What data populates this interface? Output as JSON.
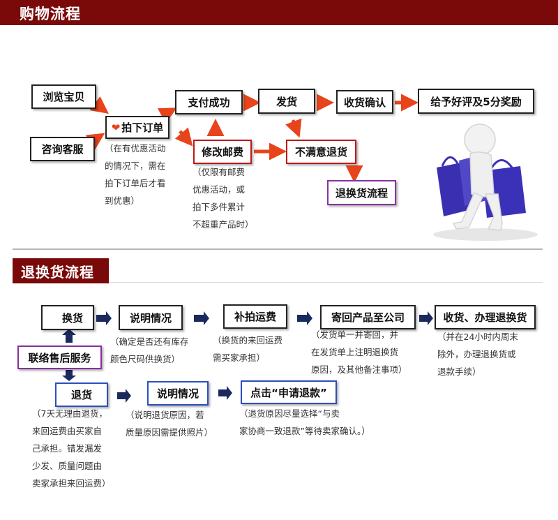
{
  "section1": {
    "title": "购物流程",
    "boxes": {
      "browse": "浏览宝贝",
      "consult": "咨询客服",
      "order": "拍下订单",
      "pay": "支付成功",
      "ship": "发货",
      "receive": "收货确认",
      "review": "给予好评及5分奖励",
      "modify_postage": "修改邮费",
      "unsatisfied": "不满意退货",
      "return_flow": "退换货流程"
    },
    "notes": {
      "order_note": [
        "（在有优惠活动",
        "的情况下，需在",
        "拍下订单后才看",
        "到优惠）"
      ],
      "postage_note": [
        "（仅限有邮费",
        "优惠活动，或",
        "拍下多件累计",
        "不超重产品时）"
      ]
    }
  },
  "section2": {
    "title": "退换货流程",
    "boxes": {
      "exchange": "换货",
      "explain1": "说明情况",
      "repay_shipping": "补拍运费",
      "send_back": "寄回产品至公司",
      "receive_process": "收货、办理退换货",
      "contact_service": "联络售后服务",
      "refund": "退货",
      "explain2": "说明情况",
      "apply_refund": "点击“申请退款”"
    },
    "notes": {
      "explain1_note": [
        "（确定是否还有库存",
        "颜色尺码供换货）"
      ],
      "repay_note": [
        "（换货的来回运费",
        "需买家承担）"
      ],
      "send_back_note": [
        "（发货单一并寄回，并",
        "在发货单上注明退换货",
        "原因，及其他备注事项）"
      ],
      "receive_note": [
        "（并在24小时内周末",
        "除外，办理退换货或",
        "退款手续）"
      ],
      "refund_note": [
        "（7天无理由退货，",
        "来回运费由买家自",
        "己承担。错发漏发",
        "少发、质量问题由",
        "卖家承担来回运费）"
      ],
      "explain2_note": [
        "（说明退货原因，若",
        "质量原因需提供照片）"
      ],
      "apply_note": [
        "（退货原因尽量选择“与卖",
        "家协商一致退款”等待卖家确认。）"
      ]
    }
  },
  "colors": {
    "header_bg": "#7a0a0a",
    "arrow_orange": "#e8441c",
    "arrow_navy": "#1b2a5e",
    "box_red": "#c01818",
    "box_purple": "#8a2fa0",
    "box_blue": "#2a4fc0"
  },
  "icons": {
    "order_icon": "heart-icon",
    "figure": "shopping-person-illustration"
  }
}
